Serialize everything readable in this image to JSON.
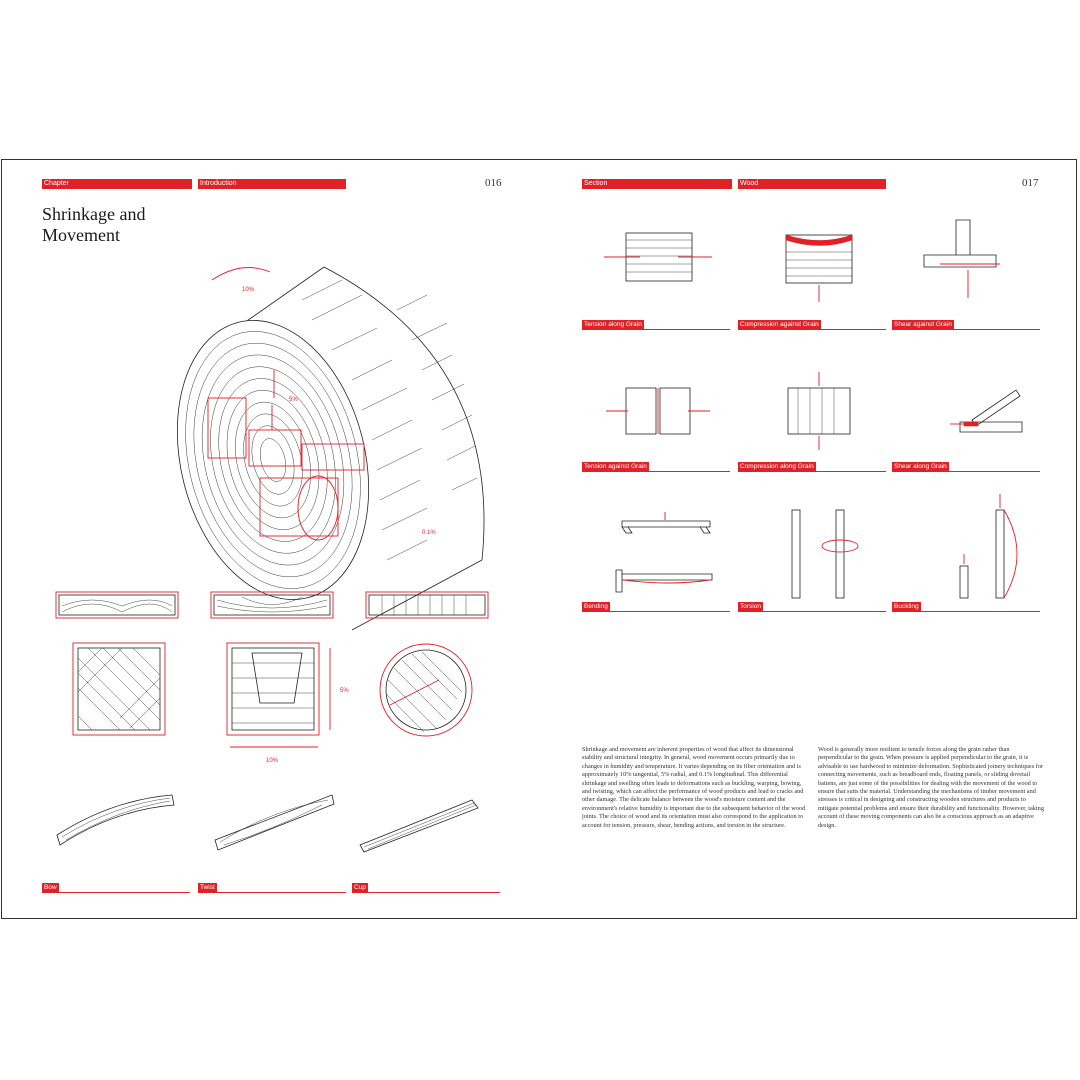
{
  "left_page": {
    "tags": [
      "Chapter",
      "Introduction"
    ],
    "page_number": "016",
    "title_lines": [
      "Shrinkage and",
      "Movement"
    ],
    "log_labels": [
      "10%",
      "5%",
      "0.1%"
    ],
    "section_labels": [
      "5%",
      "10%"
    ],
    "distortion_captions": [
      "Bow",
      "Twist",
      "Cup"
    ]
  },
  "right_page": {
    "tags": [
      "Section",
      "Wood"
    ],
    "page_number": "017",
    "force_captions": [
      "Tension along Grain",
      "Compression against Grain",
      "Shear against Grain",
      "Tension against Grain",
      "Compression along Grain",
      "Shear along Grain",
      "Bending",
      "Torsion",
      "Buckling"
    ],
    "body_col1": "Shrinkage and movement are inherent properties of wood that affect its dimensional stability and structural integrity. In general, wood movement occurs primarily due to changes in humidity and temperature. It varies depending on its fiber orientation and is approximately 10% tangential, 5% radial, and 0.1% longitudinal. This differential shrinkage and swelling often leads to deformations such as buckling, warping, bowing, and twisting, which can affect the performance of wood products and lead to cracks and other damage. The delicate balance between the wood's moisture content and the environment's relative humidity is important due to the subsequent behavior of the wood joints. The choice of wood and its orientation must also correspond to the application to account for tension, pressure, shear, bending actions, and torsion in the structure.",
    "body_col2": "Wood is generally more resilient to tensile forces along the grain rather than perpendicular to the grain. When pressure is applied perpendicular to the grain, it is advisable to use hardwood to minimize deformation. Sophisticated joinery techniques for connecting movements, such as breadboard ends, floating panels, or sliding dovetail battens, are just some of the possibilities for dealing with the movement of the wood to ensure that suits the material. Understanding the mechanisms of timber movement and stresses is critical in designing and constructing wooden structures and products to mitigate potential problems and ensure their durability and functionality. However, taking account of these moving components can also be a conscious approach as an adaptive design."
  },
  "colors": {
    "accent": "#e02127",
    "line": "#222222"
  }
}
